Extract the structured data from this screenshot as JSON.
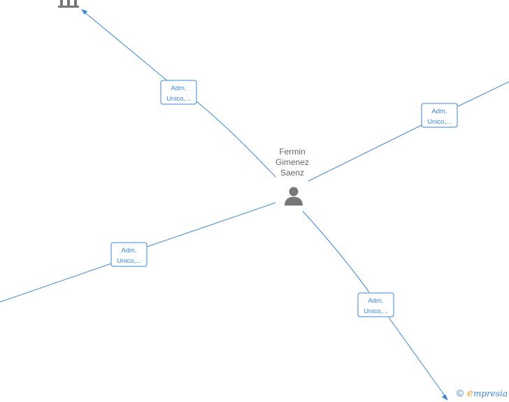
{
  "center": {
    "name_lines": [
      "Fermin",
      "Gimenez",
      "Saenz"
    ],
    "icon": "person-icon"
  },
  "roles": [
    {
      "label_line1": "Adm.",
      "label_line2": "Unico,..."
    },
    {
      "label_line1": "Adm.",
      "label_line2": "Unico,..."
    },
    {
      "label_line1": "Adm.",
      "label_line2": "Unico,..."
    },
    {
      "label_line1": "Adm.",
      "label_line2": "Unico,..."
    }
  ],
  "company_icon": "building-icon",
  "footer": {
    "copyright_symbol": "©",
    "brand_initial": "e",
    "brand_rest": "mpresia"
  },
  "colors": {
    "edge": "#3b86d4",
    "icon": "#777777",
    "brand_accent": "#f0a020"
  }
}
